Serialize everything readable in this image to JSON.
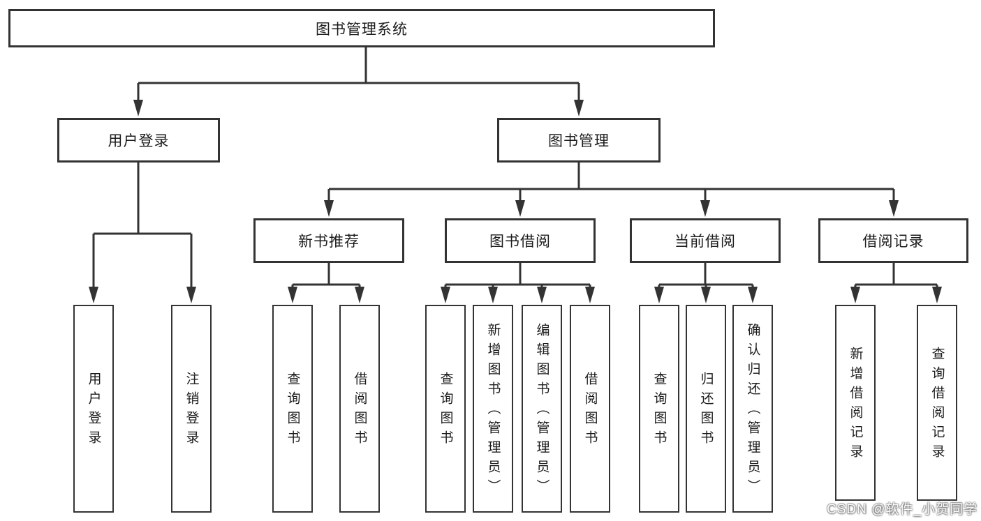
{
  "nodes": {
    "root": "图书管理系统",
    "user_login": "用户登录",
    "book_management": "图书管理",
    "new_book_recommend": "新书推荐",
    "book_borrowing": "图书借阅",
    "current_borrowing": "当前借阅",
    "borrowing_records": "借阅记录",
    "user_login_leaf": "用户登录",
    "logout_leaf": "注销登录",
    "nbr_query_books": "查询图书",
    "nbr_borrow_books": "借阅图书",
    "bb_query_books": "查询图书",
    "bb_add_books": "新增图书（管理员）",
    "bb_edit_books": "编辑图书（管理员）",
    "bb_borrow_books": "借阅图书",
    "cb_query_books": "查询图书",
    "cb_return_books": "归还图书",
    "cb_confirm_return": "确认归还（管理员）",
    "br_add_record": "新增借阅记录",
    "br_query_record": "查询借阅记录"
  },
  "hierarchy": {
    "图书管理系统": {
      "用户登录": [
        "用户登录",
        "注销登录"
      ],
      "图书管理": {
        "新书推荐": [
          "查询图书",
          "借阅图书"
        ],
        "图书借阅": [
          "查询图书",
          "新增图书（管理员）",
          "编辑图书（管理员）",
          "借阅图书"
        ],
        "当前借阅": [
          "查询图书",
          "归还图书",
          "确认归还（管理员）"
        ],
        "借阅记录": [
          "新增借阅记录",
          "查询借阅记录"
        ]
      }
    }
  },
  "watermark": "CSDN @软件_小贺同学",
  "colors": {
    "line": "#333333",
    "text": "#1c1c1c",
    "background": "#ffffff"
  }
}
